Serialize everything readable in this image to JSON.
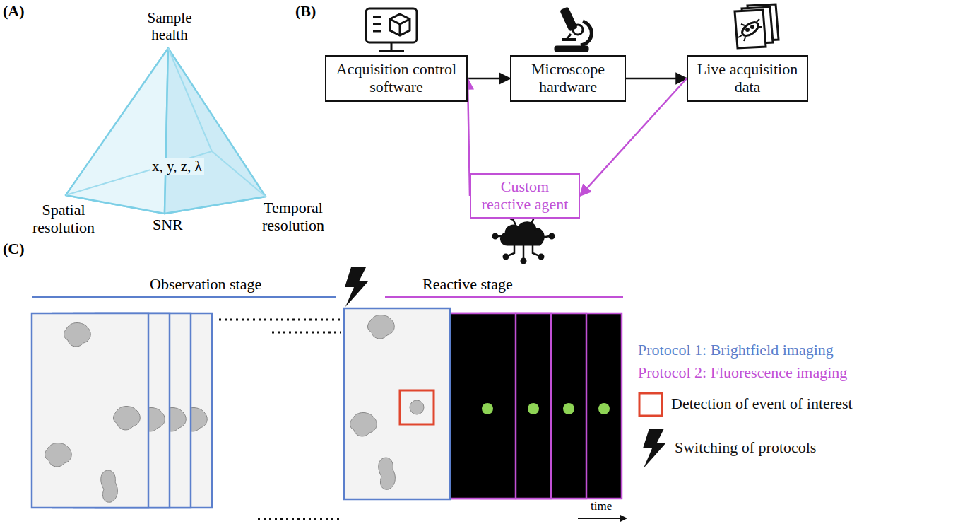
{
  "diagram": {
    "nodes": [
      {
        "text": [
          "Acquisition control software"
        ]
      },
      {
        "text": [
          "Microscope hardware"
        ]
      },
      {
        "text": [
          "Live acquisition data"
        ]
      },
      {
        "text": [
          "Custom reactive agent"
        ]
      }
    ],
    "edges": [
      {
        "from": 0,
        "to": 1,
        "arrow": "to"
      },
      {
        "from": 1,
        "to": 2,
        "arrow": "to"
      },
      {
        "from": 2,
        "to": 3,
        "arrow": "to"
      },
      {
        "from": 3,
        "to": 0,
        "arrow": "to"
      }
    ],
    "labels": [
      "(A)",
      "Sample health",
      "x, y, z, λ",
      "Spatial resolution",
      "SNR",
      "Temporal resolution",
      "(B)",
      "(C)",
      "Observation stage",
      "Reactive stage",
      "time"
    ],
    "legend": [
      {
        "text": "Protocol 1: Brightfield imaging",
        "color": "#5b7fcc"
      },
      {
        "text": "Protocol 2: Fluorescence imaging",
        "color": "#c150d6"
      },
      {
        "text": "Detection of event of interest"
      },
      {
        "text": "Switching of protocols"
      }
    ]
  }
}
